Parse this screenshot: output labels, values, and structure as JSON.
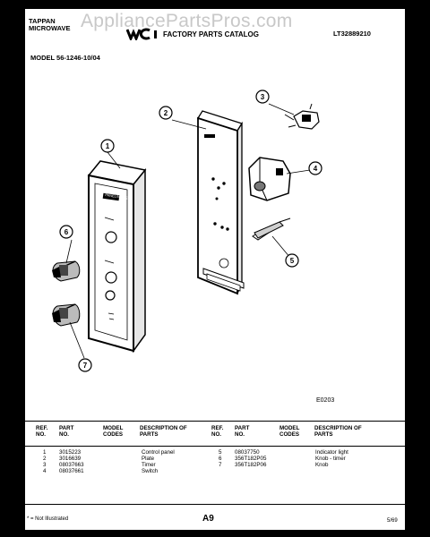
{
  "header": {
    "brand_line1": "TAPPAN",
    "brand_line2": "MICROWAVE",
    "watermark": "AppliancePartsPros.com",
    "catalog_title": "FACTORY PARTS CATALOG",
    "catalog_number": "LT32889210",
    "model": "MODEL 56-1246-10/04"
  },
  "figure_code": "E0203",
  "callouts": [
    "1",
    "2",
    "3",
    "4",
    "5",
    "6",
    "7"
  ],
  "panel_label": "PANEL/NAME",
  "table": {
    "headers": {
      "ref_no": "REF. NO.",
      "part_no": "PART NO.",
      "model_codes": "MODEL CODES",
      "description": "DESCRIPTION OF PARTS"
    },
    "left_rows": [
      {
        "ref": "1",
        "part": "3015223",
        "desc": "Control panel"
      },
      {
        "ref": "2",
        "part": "3016639",
        "desc": "Plate"
      },
      {
        "ref": "3",
        "part": "08037663",
        "desc": "Timer"
      },
      {
        "ref": "4",
        "part": "08037661",
        "desc": "Switch"
      }
    ],
    "right_rows": [
      {
        "ref": "5",
        "part": "08037750",
        "desc": "Indicator light"
      },
      {
        "ref": "6",
        "part": "356T182P05",
        "desc": "Knob - timer"
      },
      {
        "ref": "7",
        "part": "356T182P06",
        "desc": "Knob"
      }
    ]
  },
  "footer": {
    "note": "* = Not Illustrated",
    "page_id": "A9",
    "date": "5/69"
  }
}
